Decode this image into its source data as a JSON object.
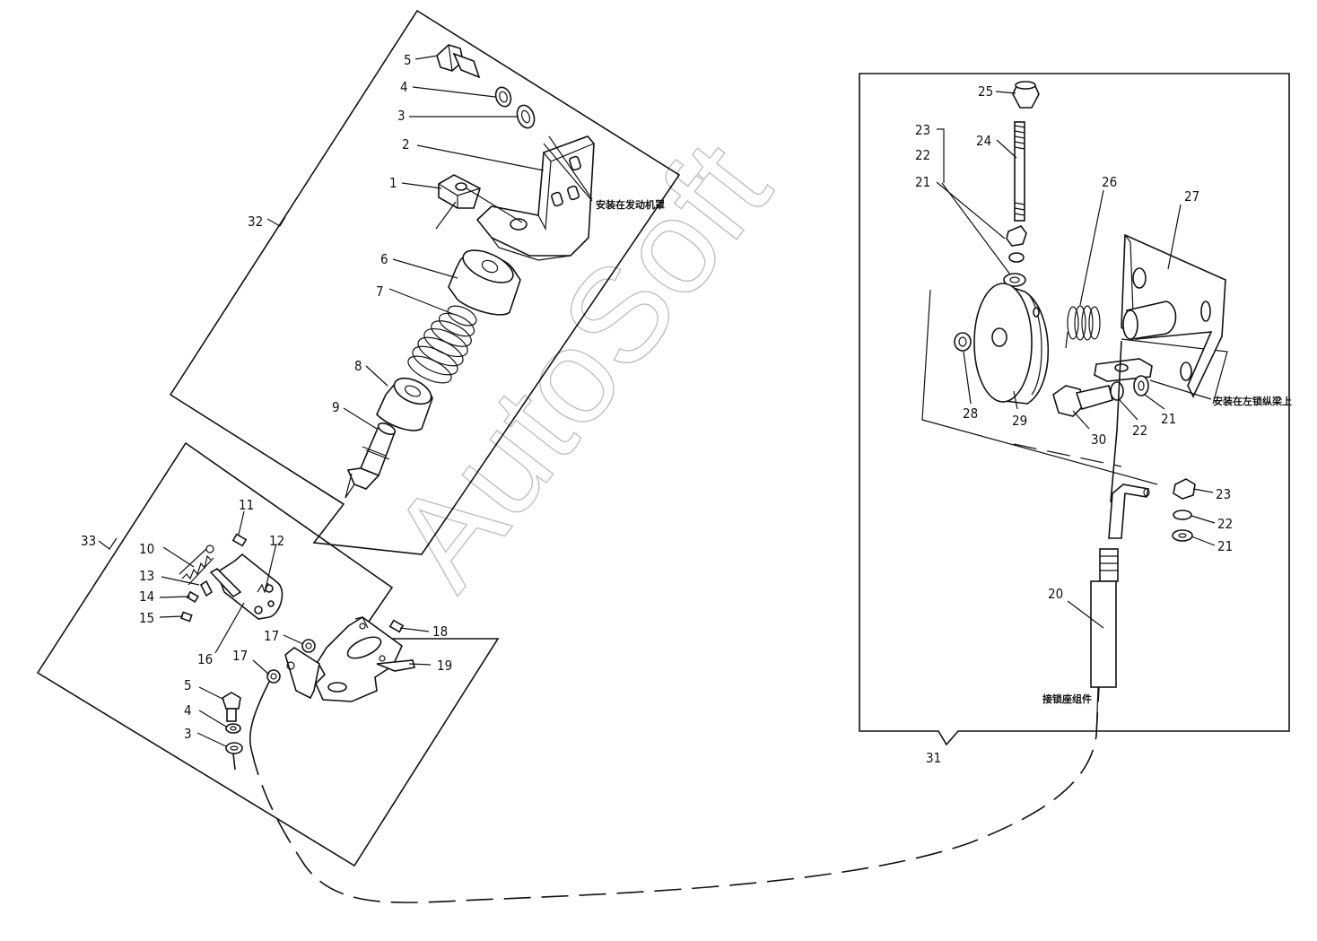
{
  "watermark": "AutoSoft",
  "labels": {
    "l1": "1",
    "l2": "2",
    "l3": "3",
    "l4": "4",
    "l5": "5",
    "l6": "6",
    "l7": "7",
    "l8": "8",
    "l9": "9",
    "l10": "10",
    "l11": "11",
    "l12": "12",
    "l13": "13",
    "l14": "14",
    "l15": "15",
    "l16": "16",
    "l17": "17",
    "l18": "18",
    "l19": "19",
    "l20": "20",
    "l21": "21",
    "l22": "22",
    "l23": "23",
    "l24": "24",
    "l25": "25",
    "l26": "26",
    "l27": "27",
    "l28": "28",
    "l29": "29",
    "l30": "30",
    "l31": "31",
    "l32": "32",
    "l33": "33"
  },
  "notes": {
    "engine_hood": "安装在发动机罩",
    "left_lock": "安装在左锁纵梁上",
    "lock_seat": "接锁座组件"
  }
}
